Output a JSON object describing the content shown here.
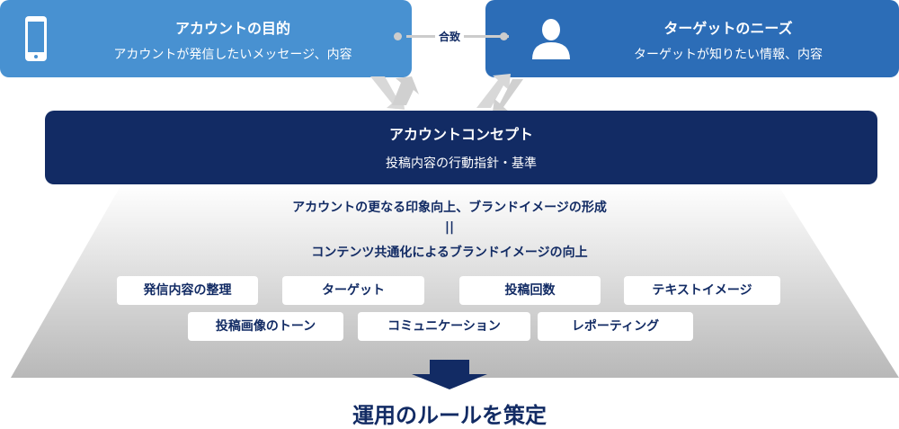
{
  "purpose": {
    "title": "アカウントの目的",
    "subtitle": "アカウントが発信したいメッセージ、内容"
  },
  "needs": {
    "title": "ターゲットのニーズ",
    "subtitle": "ターゲットが知りたい情報、内容"
  },
  "connector_label": "合致",
  "concept": {
    "title": "アカウントコンセプト",
    "subtitle": "投稿内容の行動指針・基準"
  },
  "goal": {
    "line1": "アカウントの更なる印象向上、ブランドイメージの形成",
    "equals": "||",
    "line2": "コンテンツ共通化によるブランドイメージの向上"
  },
  "tags": [
    "発信内容の整理",
    "ターゲット",
    "投稿回数",
    "テキストイメージ",
    "投稿画像のトーン",
    "コミュニケーション",
    "レポーティング"
  ],
  "result": "運用のルールを策定"
}
